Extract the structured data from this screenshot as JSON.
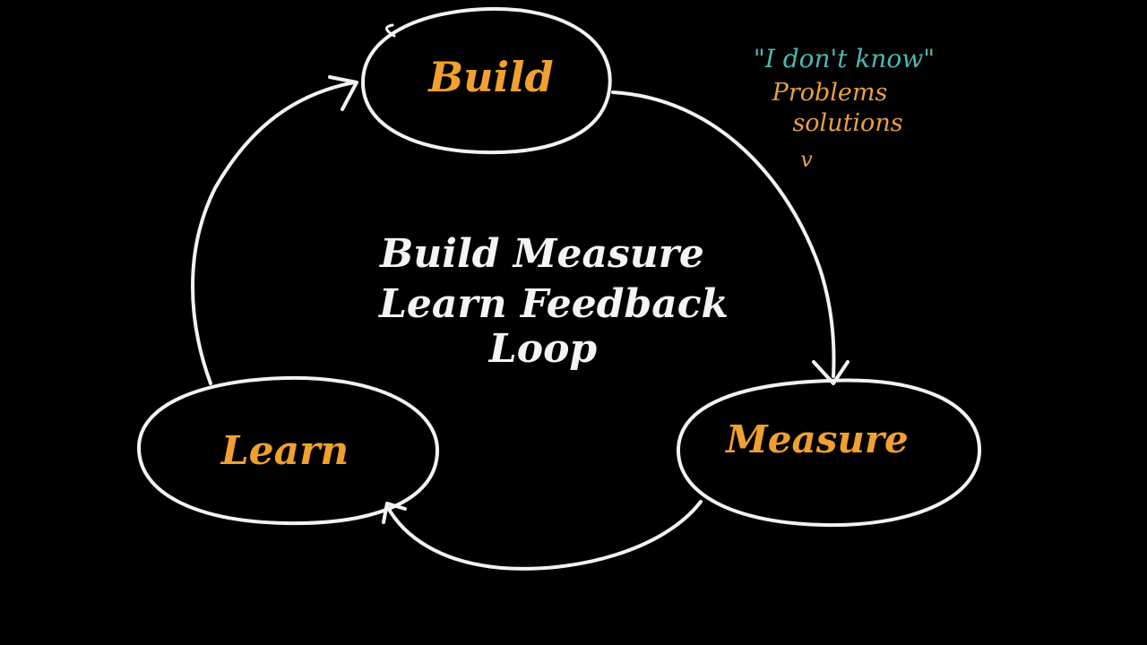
{
  "colors": {
    "background": "#000000",
    "stroke": "#f2f2f2",
    "node_label": "#f0a030",
    "center_text": "#f4f4f4",
    "note_quote": "#4fb6b0",
    "note_text": "#e8a040"
  },
  "nodes": {
    "build": "Build",
    "measure": "Measure",
    "learn": "Learn"
  },
  "center_title": {
    "line1": "Build Measure",
    "line2": "Learn Feedback",
    "line3": "Loop"
  },
  "notes": {
    "quote": "\"I don't know\"",
    "line1": "Problems",
    "line2": "solutions",
    "mark": "v"
  }
}
